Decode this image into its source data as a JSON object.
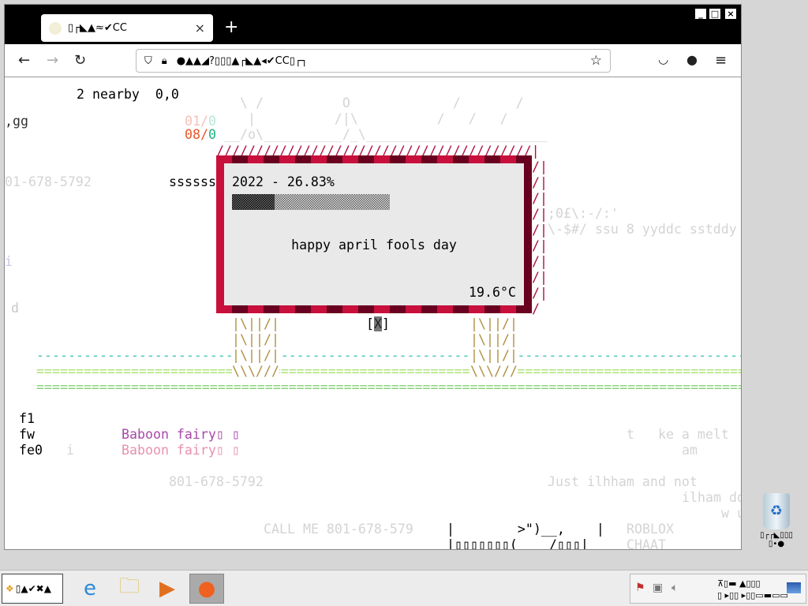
{
  "browser": {
    "tab_title": "▯┌◣▲≈✔CC",
    "new_tab": "+",
    "tab_close": "×",
    "url": "●▲▲◢?▯▯▯▲┌◣▲◂✔CC▯┌┐",
    "back": "←",
    "forward": "→",
    "reload": "↻",
    "win_min": "_",
    "win_max": "□",
    "win_close": "×"
  },
  "page": {
    "status": "2 nearby  0,0",
    "gg": ",gg",
    "date_faint_a": "01/",
    "date_faint_b": "0",
    "date_a": "08/",
    "date_b": "0",
    "art1": "\\ /          O             /       /",
    "art2": " |          /|\\          /   /   /",
    "art3": "__/o\\__________/_\\_______________________",
    "slashes": "////////////////////////////////////////|",
    "phone_left": "801-678-5792",
    "sss": "ssssss",
    "right1": ";0£\\:-/:'",
    "right2": "\\-$#/ ssu 8 yyddc sstddy",
    "i1": "i",
    "d1": "d",
    "leg": "|\\||/|",
    "leg_base": "\\\\\\///",
    "close_x": "X",
    "close_l": "[",
    "close_r": "]",
    "dash_line": "-----------------------------------------------------------------------------------------------",
    "eq_line": "===============================================================================================",
    "f1": "f1",
    "fw": "fw",
    "fe0": "fe0",
    "i2": "i",
    "baboon1": "Baboon fairy▯ ▯",
    "baboon2": "Baboon fairy▯ ▯",
    "melt": "t   ke a melt",
    "am": "am",
    "phone2": "801-678-5792",
    "just": "Just ilhham and not",
    "ilham": "ilham do",
    "wu": "w u",
    "call": "CALL ME 801-678-579",
    "bird1": "|        >\")__,    |",
    "bird2": "|▯▯▯▯▯▯▯(____/▯▯▯|",
    "roblox": "ROBLOX",
    "chaat": "CHAAT"
  },
  "billboard": {
    "year_progress": "2022 - 26.83%",
    "progress_percent": 26.83,
    "message": "happy april fools day",
    "temperature": "19.6°C"
  },
  "desktop": {
    "recycle_label": "▯┌┌◣▯▯▯ ▯•●"
  },
  "taskbar": {
    "start": "▯▲✔✖▲",
    "tray_line1": "⊼▯▬ ▲▯▯▯",
    "tray_line2": "▯ ▸▯▯ ▸▯▯▭▬▭▭"
  }
}
